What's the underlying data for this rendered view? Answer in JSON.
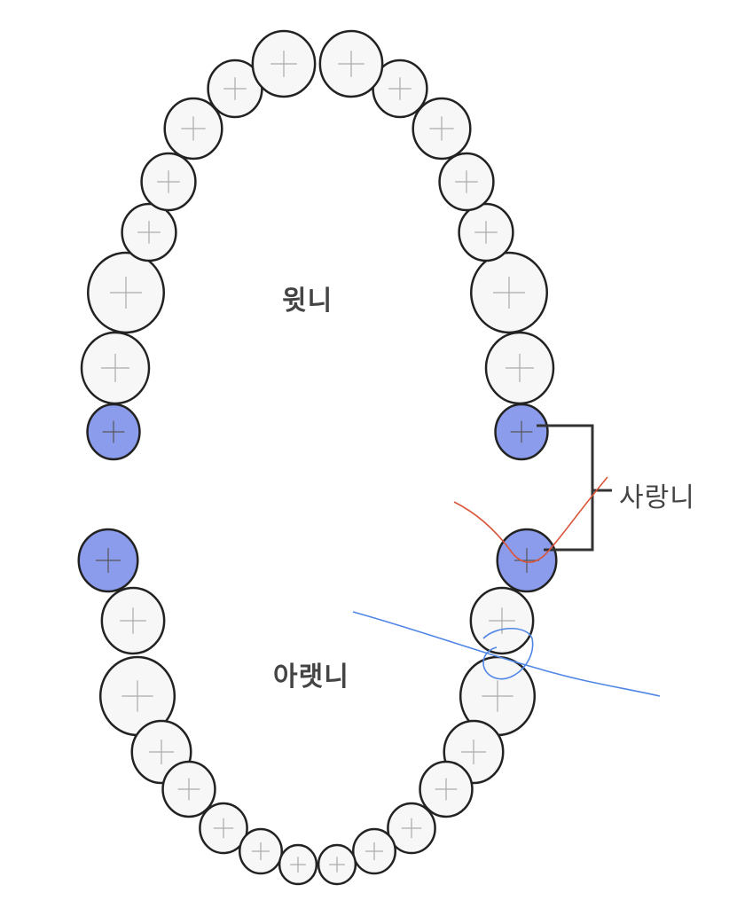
{
  "labels": {
    "upper_teeth": "윗니",
    "lower_teeth": "아랫니",
    "wisdom_teeth": "사랑니"
  },
  "colors": {
    "wisdom_tooth_fill": "#8c9cec",
    "tooth_fill": "#f7f7f7",
    "tooth_outline": "#222222",
    "annotation_red": "#d9553a",
    "annotation_blue": "#4f86e6"
  }
}
